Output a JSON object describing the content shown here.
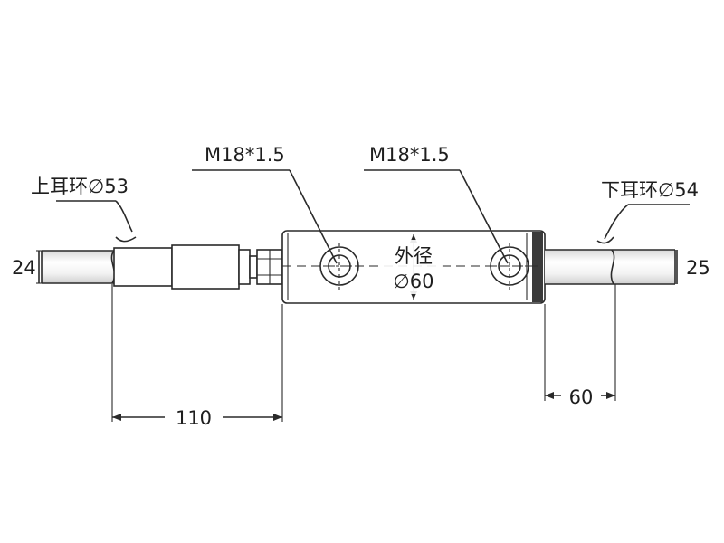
{
  "labels": {
    "thread_left": "M18*1.5",
    "thread_right": "M18*1.5",
    "upper_ear": "上耳环∅53",
    "lower_ear": "下耳环∅54",
    "outer_dia_text": "外径",
    "outer_dia_value": "∅60",
    "dim_left_height": "24",
    "dim_right_height": "25",
    "dim_length_110": "110",
    "dim_length_60": "60"
  },
  "colors": {
    "line": "#2a2a2a",
    "text": "#1e1e1e",
    "end_band": "#3a3a3a"
  }
}
